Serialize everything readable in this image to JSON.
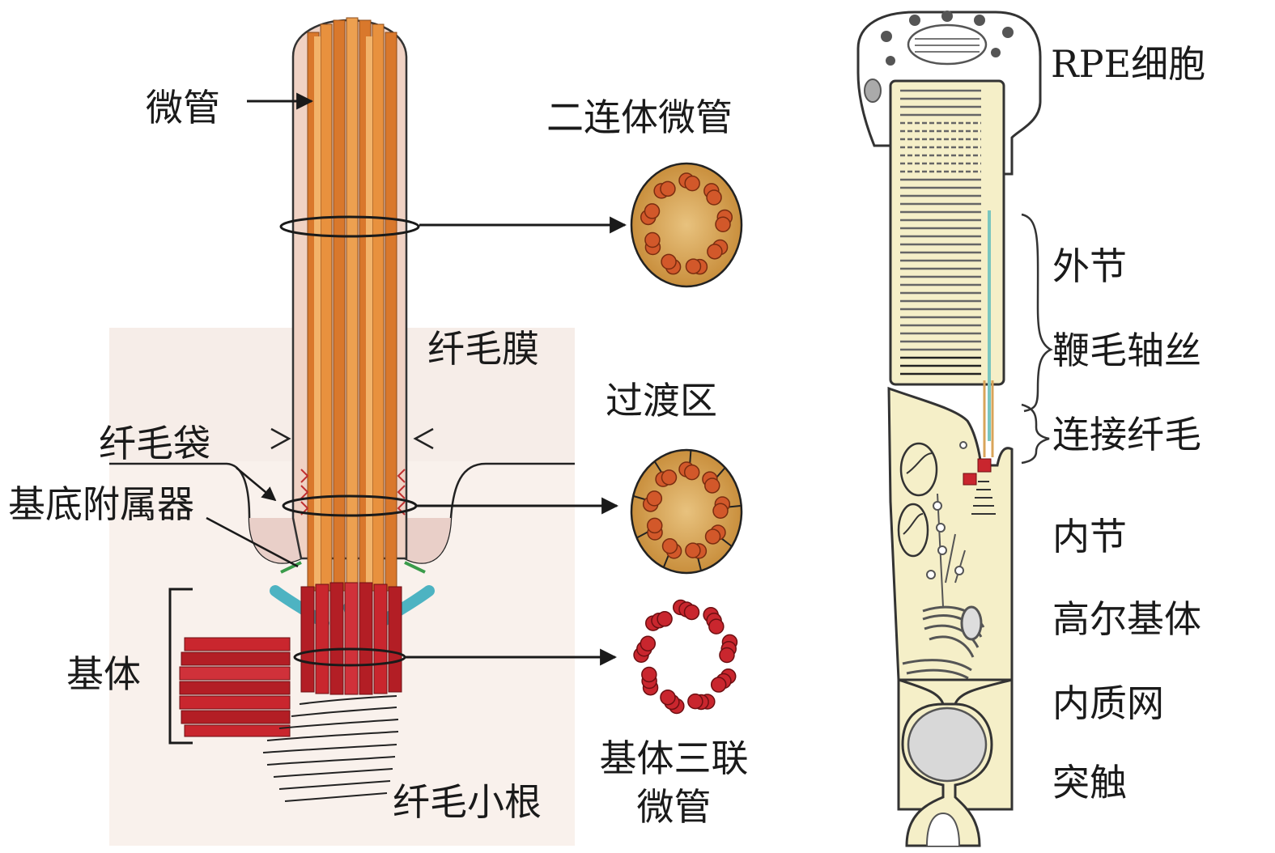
{
  "left_panel": {
    "labels": {
      "microtubule": "微管",
      "doublet_microtubule": "二连体微管",
      "ciliary_membrane": "纤毛膜",
      "transition_zone": "过渡区",
      "ciliary_pocket": "纤毛袋",
      "basal_appendage": "基底附属器",
      "basal_body": "基体",
      "rootlet": "纤毛小根",
      "basal_body_triplet_line1": "基体三联",
      "basal_body_triplet_line2": "微管"
    }
  },
  "right_panel": {
    "labels": {
      "rpe_cell": "RPE细胞",
      "outer_segment": "外节",
      "axoneme": "鞭毛轴丝",
      "connecting_cilium": "连接纤毛",
      "inner_segment": "内节",
      "golgi": "高尔基体",
      "er": "内质网",
      "synapse": "突触"
    }
  },
  "colors": {
    "cilium_membrane": "#f0d2c4",
    "microtubule_orange": "#e0883a",
    "basal_body_red": "#c0232b",
    "cross_section_fill": "#d9a45a",
    "appendage_blue": "#4db3c2",
    "cell_fill": "#f5efc8"
  }
}
